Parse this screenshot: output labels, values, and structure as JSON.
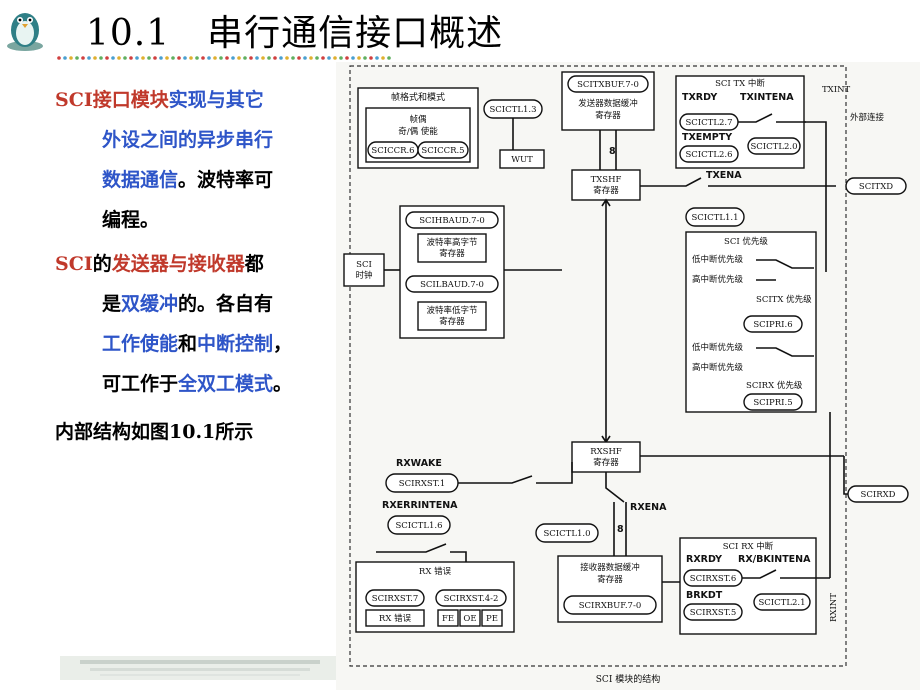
{
  "title": "10.1　串行通信接口概述",
  "paragraphs": [
    {
      "lines": [
        [
          {
            "text": "SCI",
            "color": "red"
          },
          {
            "text": "接口模块",
            "color": "red"
          },
          {
            "text": "实现与其它",
            "color": "blue"
          }
        ],
        [
          {
            "text": "外设之间的异步串行",
            "color": "blue"
          }
        ],
        [
          {
            "text": "数据通信",
            "color": "blue"
          },
          {
            "text": "。波特率可",
            "color": "blk"
          }
        ],
        [
          {
            "text": "编程。",
            "color": "blk"
          }
        ]
      ]
    },
    {
      "lines": [
        [
          {
            "text": "SCI",
            "color": "red"
          },
          {
            "text": "的",
            "color": "blk"
          },
          {
            "text": "发送器与接收器",
            "color": "red"
          },
          {
            "text": "都",
            "color": "blk"
          }
        ],
        [
          {
            "text": "是",
            "color": "blk"
          },
          {
            "text": "双缓冲",
            "color": "blue"
          },
          {
            "text": "的。各自有",
            "color": "blk"
          }
        ],
        [
          {
            "text": "工作使能",
            "color": "blue"
          },
          {
            "text": "和",
            "color": "blk"
          },
          {
            "text": "中断控制",
            "color": "blue"
          },
          {
            "text": "，",
            "color": "blk"
          }
        ],
        [
          {
            "text": "可工作于",
            "color": "blk"
          },
          {
            "text": "全双工模式",
            "color": "blue"
          },
          {
            "text": "。",
            "color": "blk"
          }
        ]
      ]
    },
    {
      "lines": [
        [
          {
            "text": "内部结构如图10.1所示",
            "color": "blk"
          }
        ]
      ]
    }
  ],
  "diagram": {
    "caption": "SCI 模块的结构",
    "labels": {
      "txint": "TXINT",
      "external_conn": "外部连接",
      "rxint": "RXINT",
      "scitxd": "SCITXD",
      "scirxd": "SCIRXD",
      "sci_clock": "SCI\n时钟",
      "wut": "WUT",
      "txena": "TXENA",
      "rxena": "RXENA",
      "rxwake": "RXWAKE",
      "rxerrintena": "RXERRINTENA",
      "bit8_top": "8",
      "bit8_bot": "8"
    },
    "mode_box": {
      "title": "帧格式和模式",
      "sub1": "帧偶",
      "sub2": "奇/偶 使能",
      "reg1": "SCICCR.6",
      "reg2": "SCICCR.5"
    },
    "scictl13": "SCICTL1.3",
    "tx_buf": {
      "reg": "SCITXBUF.7-0",
      "name": "发送器数据缓冲\n寄存器"
    },
    "txshf": {
      "name": "TXSHF\n寄存器"
    },
    "tx_int_box": {
      "title": "SCI TX 中断",
      "txrdy": "TXRDY",
      "txintena": "TXINTENA",
      "txempty": "TXEMPTY",
      "reg1": "SCICTL2.7",
      "reg2": "SCICTL2.6",
      "reg3": "SCICTL2.0"
    },
    "scictl11": "SCICTL1.1",
    "baud": {
      "reg_h": "SCIHBAUD.7-0",
      "name_h": "波特率高字节\n寄存器",
      "reg_l": "SCILBAUD.7-0",
      "name_l": "波特率低字节\n寄存器"
    },
    "priority": {
      "title": "SCI 优先级",
      "low": "低中断优先级",
      "high": "高中断优先级",
      "tx_title": "SCITX 优先级",
      "tx_reg": "SCIPRI.6",
      "low2": "低中断优先级",
      "high2": "高中断优先级",
      "rx_title": "SCIRX 优先级",
      "rx_reg": "SCIPRI.5"
    },
    "rxshf": {
      "name": "RXSHF\n寄存器"
    },
    "scirxst1": "SCIRXST.1",
    "scictl16": "SCICTL1.6",
    "scictl10": "SCICTL1.0",
    "rx_err": {
      "title": "RX 错误",
      "reg1": "SCIRXST.7",
      "reg2": "SCIRXST.4-2",
      "name": "RX 错误",
      "fe": "FE",
      "oe": "OE",
      "pe": "PE"
    },
    "rx_buf": {
      "name": "接收器数据缓冲\n寄存器",
      "reg": "SCIRXBUF.7-0"
    },
    "rx_int_box": {
      "title": "SCI RX 中断",
      "rxrdy": "RXRDY",
      "rxbkintena": "RX/BKINTENA",
      "brkdt": "BRKDT",
      "reg1": "SCIRXST.6",
      "reg2": "SCIRXST.5",
      "reg3": "SCICTL2.1"
    }
  },
  "colors": {
    "red": "#c0392b",
    "blue": "#2e55c8",
    "panel_bg": "#f7f7f4"
  },
  "icons": {
    "logo": "penguin-logo-icon"
  }
}
